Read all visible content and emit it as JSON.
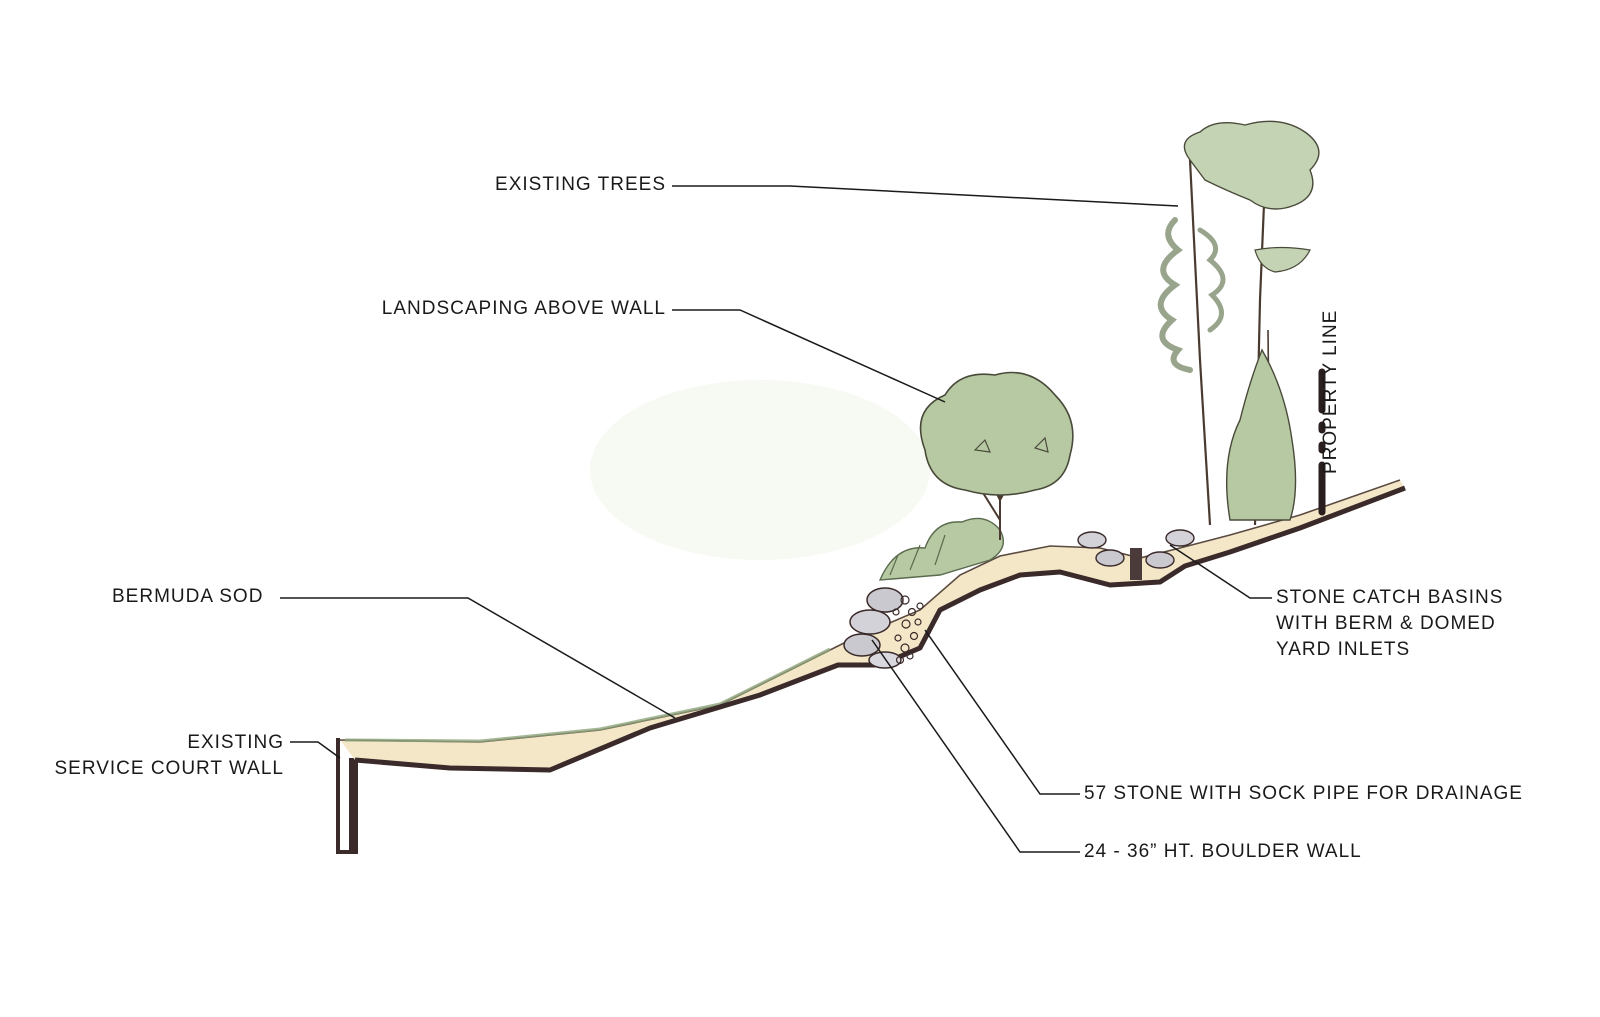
{
  "labels": {
    "existing_trees": "EXISTING TREES",
    "landscaping_above_wall": "LANDSCAPING ABOVE WALL",
    "bermuda_sod": "BERMUDA SOD",
    "service_court_wall_line1": "EXISTING",
    "service_court_wall_line2": "SERVICE COURT WALL",
    "property_line": "PROPERTY LINE",
    "catch_basins_line1": "STONE CATCH BASINS",
    "catch_basins_line2": "WITH BERM & DOMED",
    "catch_basins_line3": "YARD INLETS",
    "stone_drainage": "57 STONE WITH SOCK PIPE FOR DRAINAGE",
    "boulder_wall": "24 - 36” HT. BOULDER WALL"
  },
  "colors": {
    "ground_fill": "#f3e7c8",
    "ground_line": "#3a2a2a",
    "foliage": "#b7c9a3",
    "foliage_dark": "#8ea57c",
    "boulder": "#c9c9cf",
    "leader": "#1a1a1a"
  }
}
